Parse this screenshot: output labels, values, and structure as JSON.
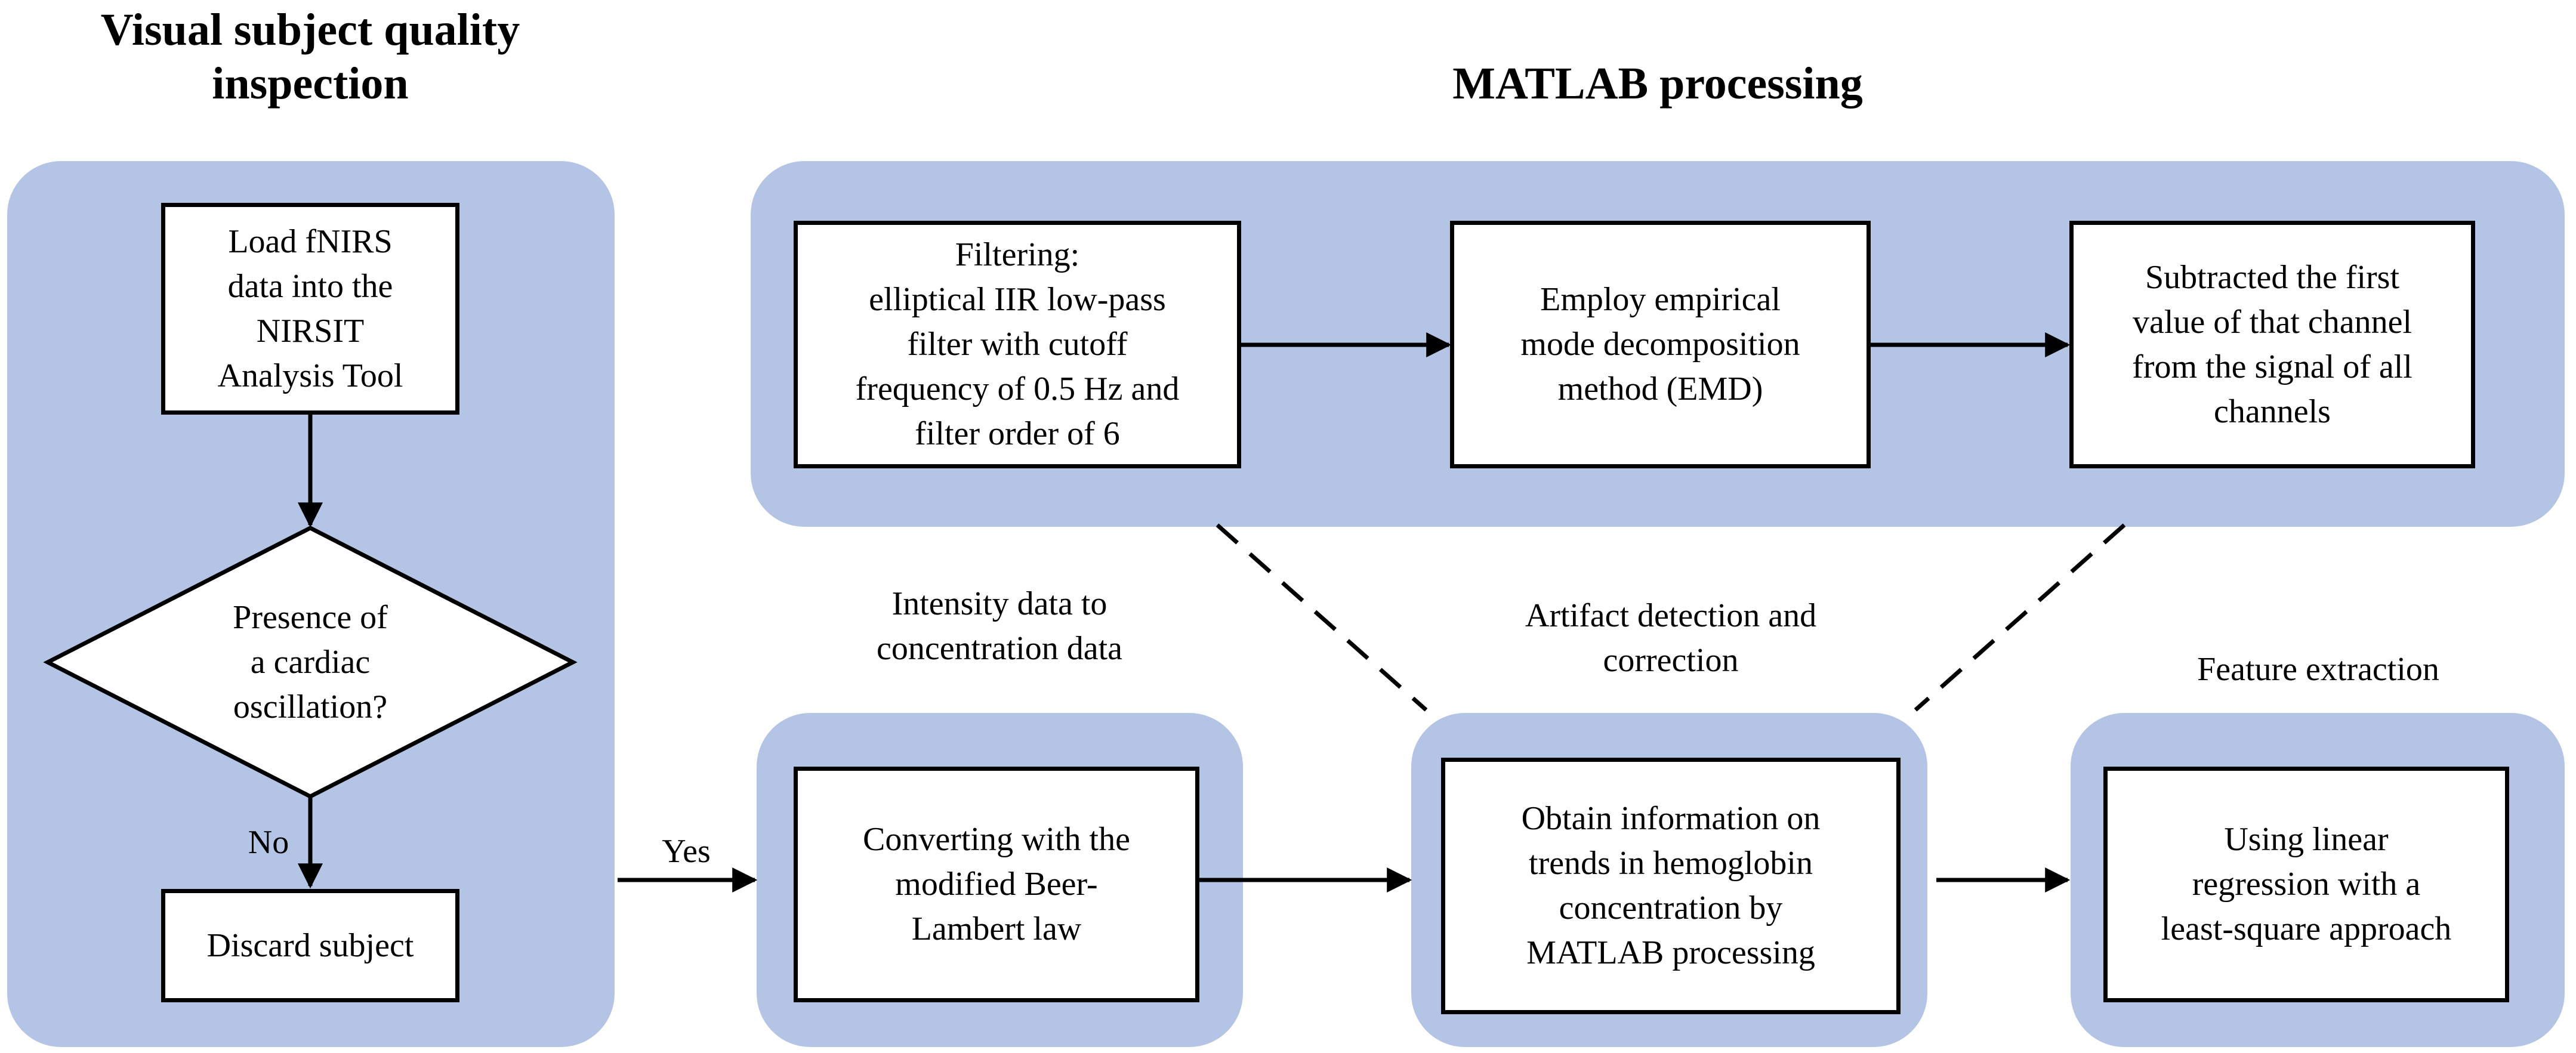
{
  "headings": {
    "left": "Visual subject\nquality inspection",
    "top": "MATLAB processing"
  },
  "inspection": {
    "load": "Load fNIRS\ndata into the\nNIRSIT\nAnalysis Tool",
    "decision": "Presence of\na cardiac\noscillation?",
    "no_label": "No",
    "discard": "Discard subject"
  },
  "yes_label": "Yes",
  "matlab": {
    "filtering": "Filtering:\nelliptical IIR low-pass\nfilter with cutoff\nfrequency of 0.5 Hz and\nfilter order of 6",
    "emd": "Employ empirical\nmode decomposition\nmethod (EMD)",
    "subtract": "Subtracted the first\nvalue of that channel\nfrom the signal of all\nchannels"
  },
  "stages": {
    "intensity_label": "Intensity data to\nconcentration data",
    "intensity_box": "Converting with the\nmodified Beer-\nLambert law",
    "artifact_label": "Artifact detection and\ncorrection",
    "artifact_box": "Obtain information on\ntrends in hemoglobin\nconcentration by\nMATLAB processing",
    "feature_label": "Feature extraction",
    "feature_box": "Using linear\nregression with a\nleast-square approach"
  },
  "colors": {
    "panel": "#b4c4e4",
    "box_border": "#000000",
    "box_fill": "#ffffff"
  }
}
